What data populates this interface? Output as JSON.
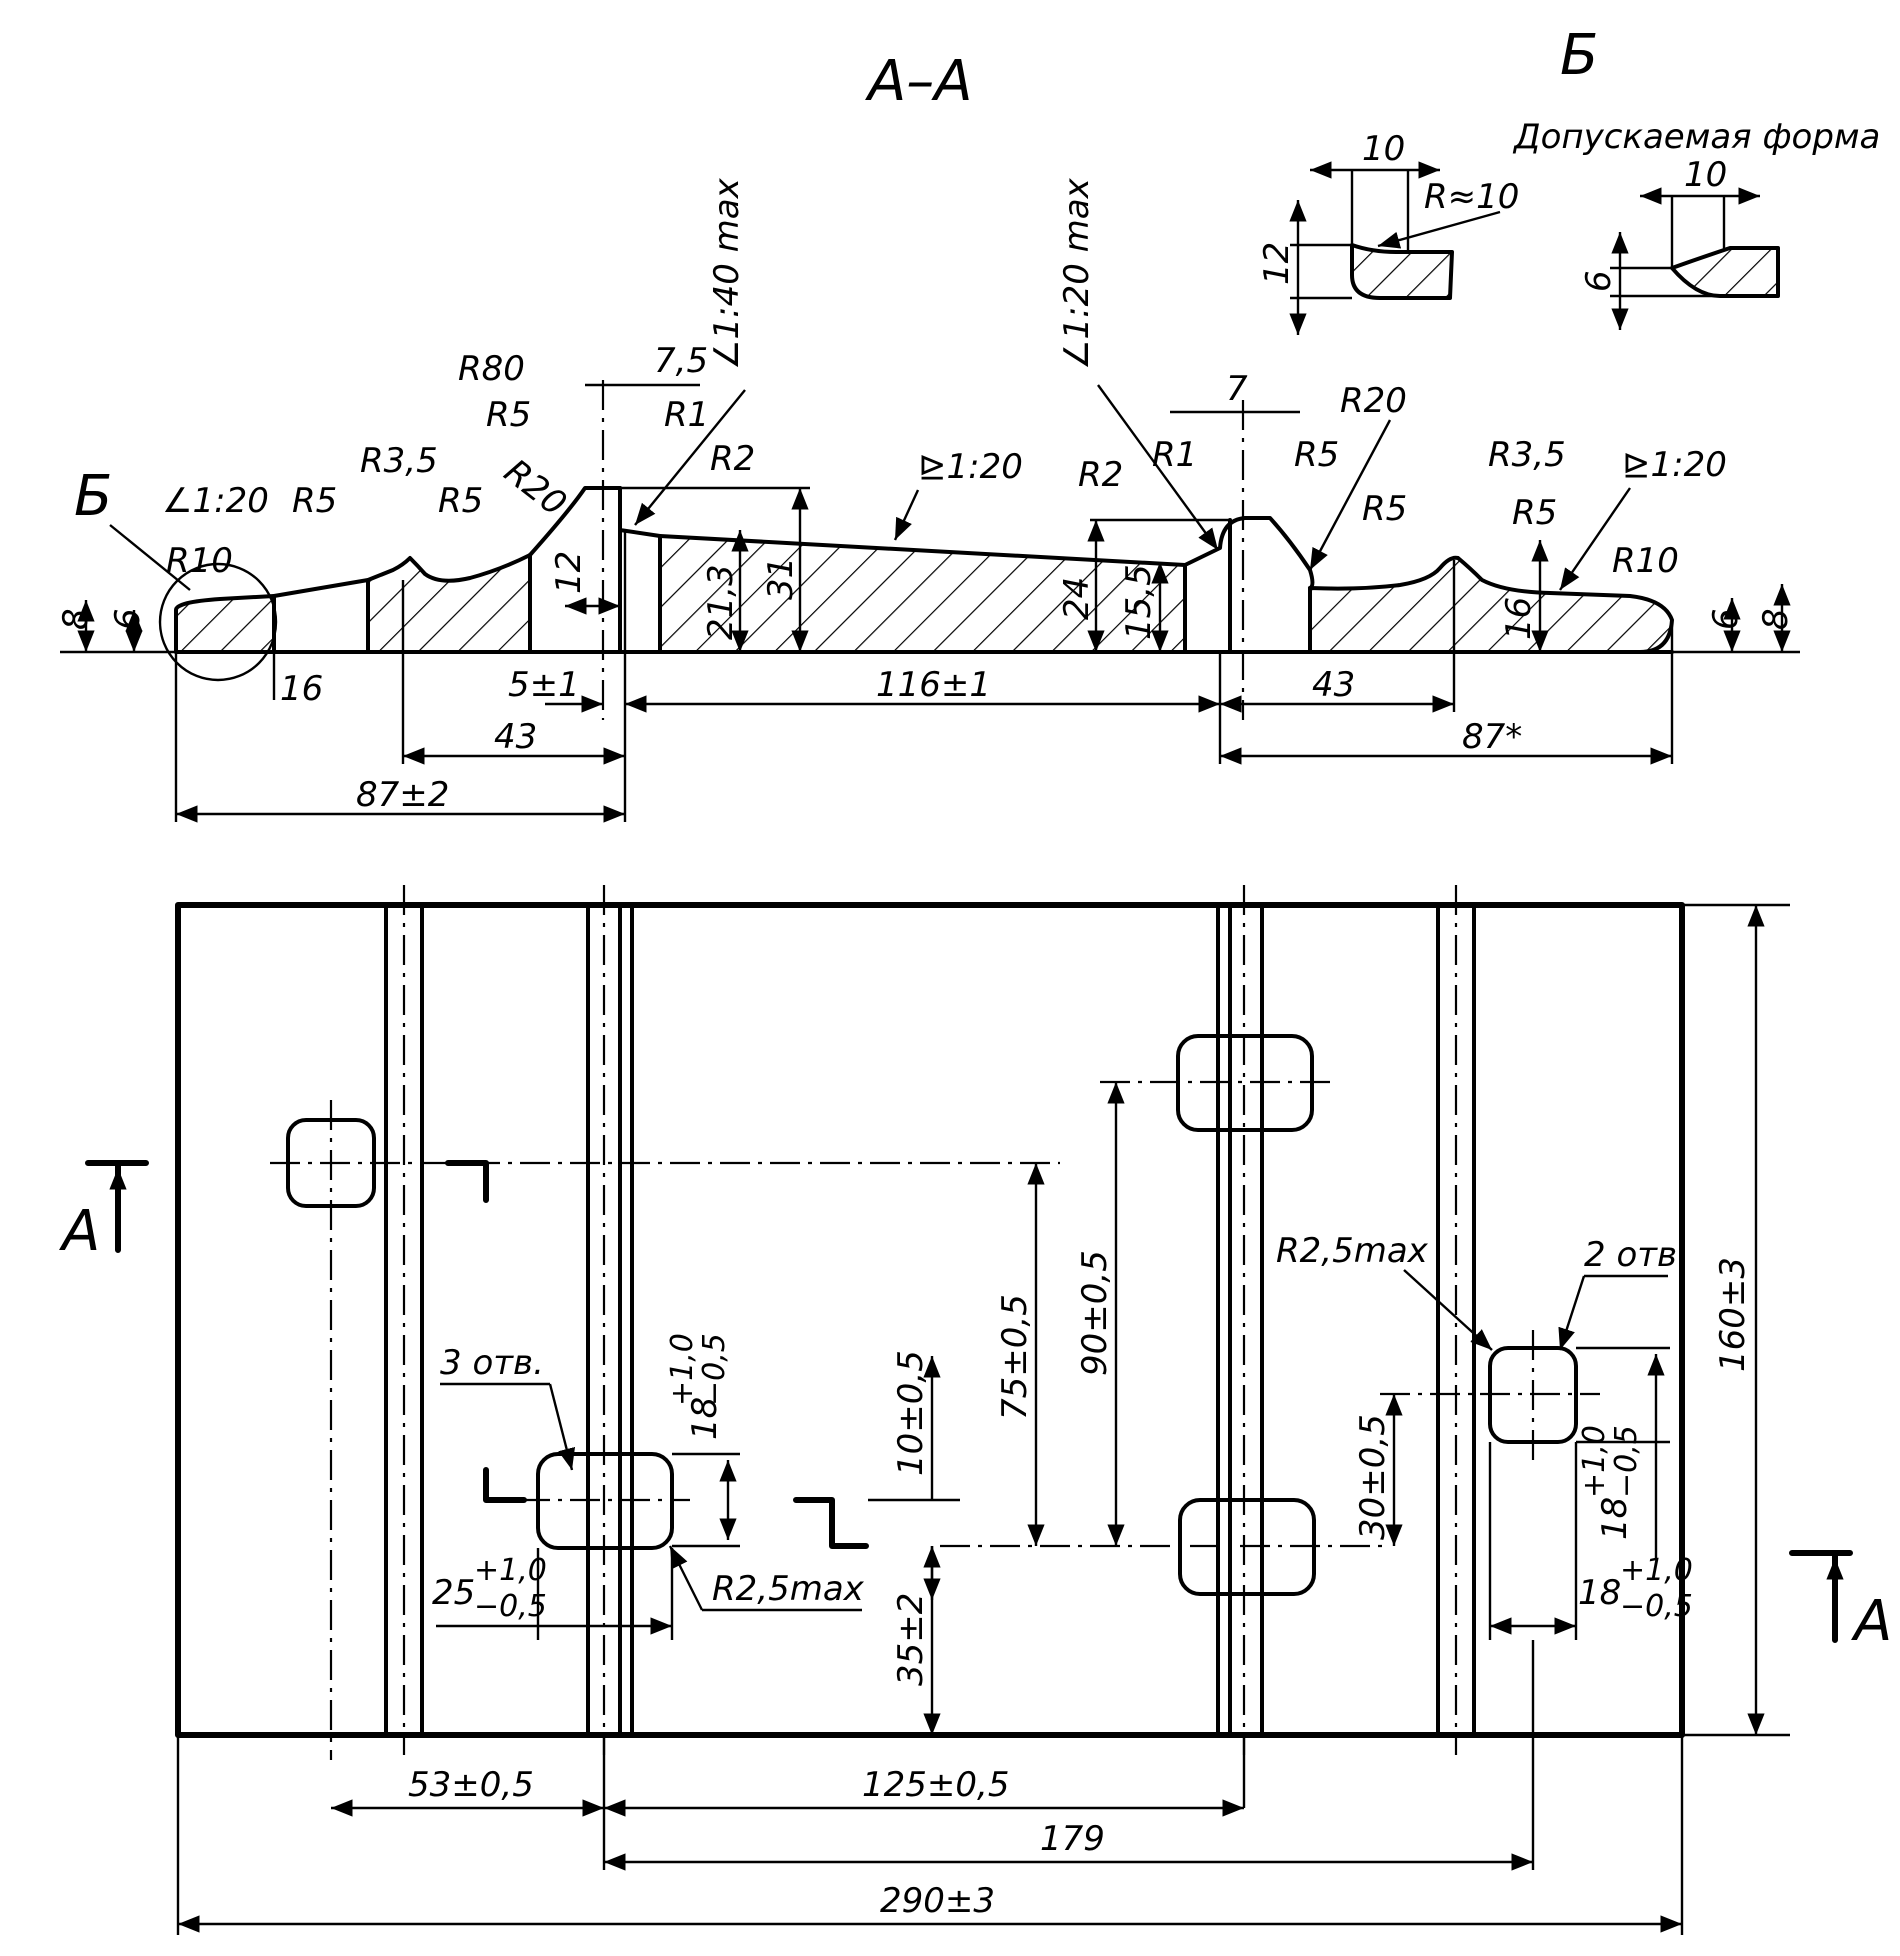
{
  "section": {
    "title": "А–А",
    "dims": {
      "d_8_left": "8",
      "d_6_left": "6",
      "d_16_left": "16",
      "slope_left": "∠1:20",
      "r10_left": "R10",
      "r5_a": "R5",
      "r3_5_left": "R3,5",
      "r5_b": "R5",
      "r80": "R80",
      "r5_c": "R5",
      "r20_left": "R20",
      "d_12": "12",
      "d_7_5": "7,5",
      "r1_left": "R1",
      "r2_left": "R2",
      "slope_140": "∠1:40 max",
      "slope_mid": "⊵1:20",
      "d_21_3": "21,3",
      "d_31": "31",
      "slope_120": "∠1:20 max",
      "r2_right": "R2",
      "r1_right": "R1",
      "d_7": "7",
      "r5_d": "R5",
      "r20_right": "R20",
      "d_24": "24",
      "d_15_5": "15,5",
      "r5_e": "R5",
      "r3_5_right": "R3,5",
      "r5_f": "R5",
      "slope_right": "⊵1:20",
      "r10_right": "R10",
      "d_16_right": "16",
      "d_6_right": "6",
      "d_8_right": "8",
      "d_5": "5±1",
      "d_116": "116±1",
      "d_43_left": "43",
      "d_43_right": "43",
      "d_87_left": "87±2",
      "d_87_right": "87*",
      "b_mark": "Б"
    }
  },
  "detail_b": {
    "title": "Б",
    "subtitle": "Допускаемая форма",
    "d_10_a": "10",
    "r_10": "R≈10",
    "d_12": "12",
    "d_10_b": "10",
    "d_6": "6"
  },
  "plan": {
    "section_label_left": "А",
    "section_label_right": "А",
    "dims": {
      "holes_3": "3 отв.",
      "holes_2": "2 отв.",
      "r2_5_left": "R2,5max",
      "r2_5_right": "R2,5max",
      "d_18_left": "18",
      "tol_18_left_up": "+1,0",
      "tol_18_left_dn": "−0,5",
      "d_25": "25",
      "tol_25_up": "+1,0",
      "tol_25_dn": "−0,5",
      "d_10": "10±0,5",
      "d_75": "75±0,5",
      "d_90": "90±0,5",
      "d_35": "35±2",
      "d_30": "30±0,5",
      "d_18_r_v": "18",
      "tol_18_r_v_up": "+1,0",
      "tol_18_r_v_dn": "−0,5",
      "d_18_r_h": "18",
      "tol_18_r_h_up": "+1,0",
      "tol_18_r_h_dn": "−0,5",
      "d_160": "160±3",
      "d_53": "53±0,5",
      "d_125": "125±0,5",
      "d_179": "179",
      "d_290": "290±3"
    }
  }
}
